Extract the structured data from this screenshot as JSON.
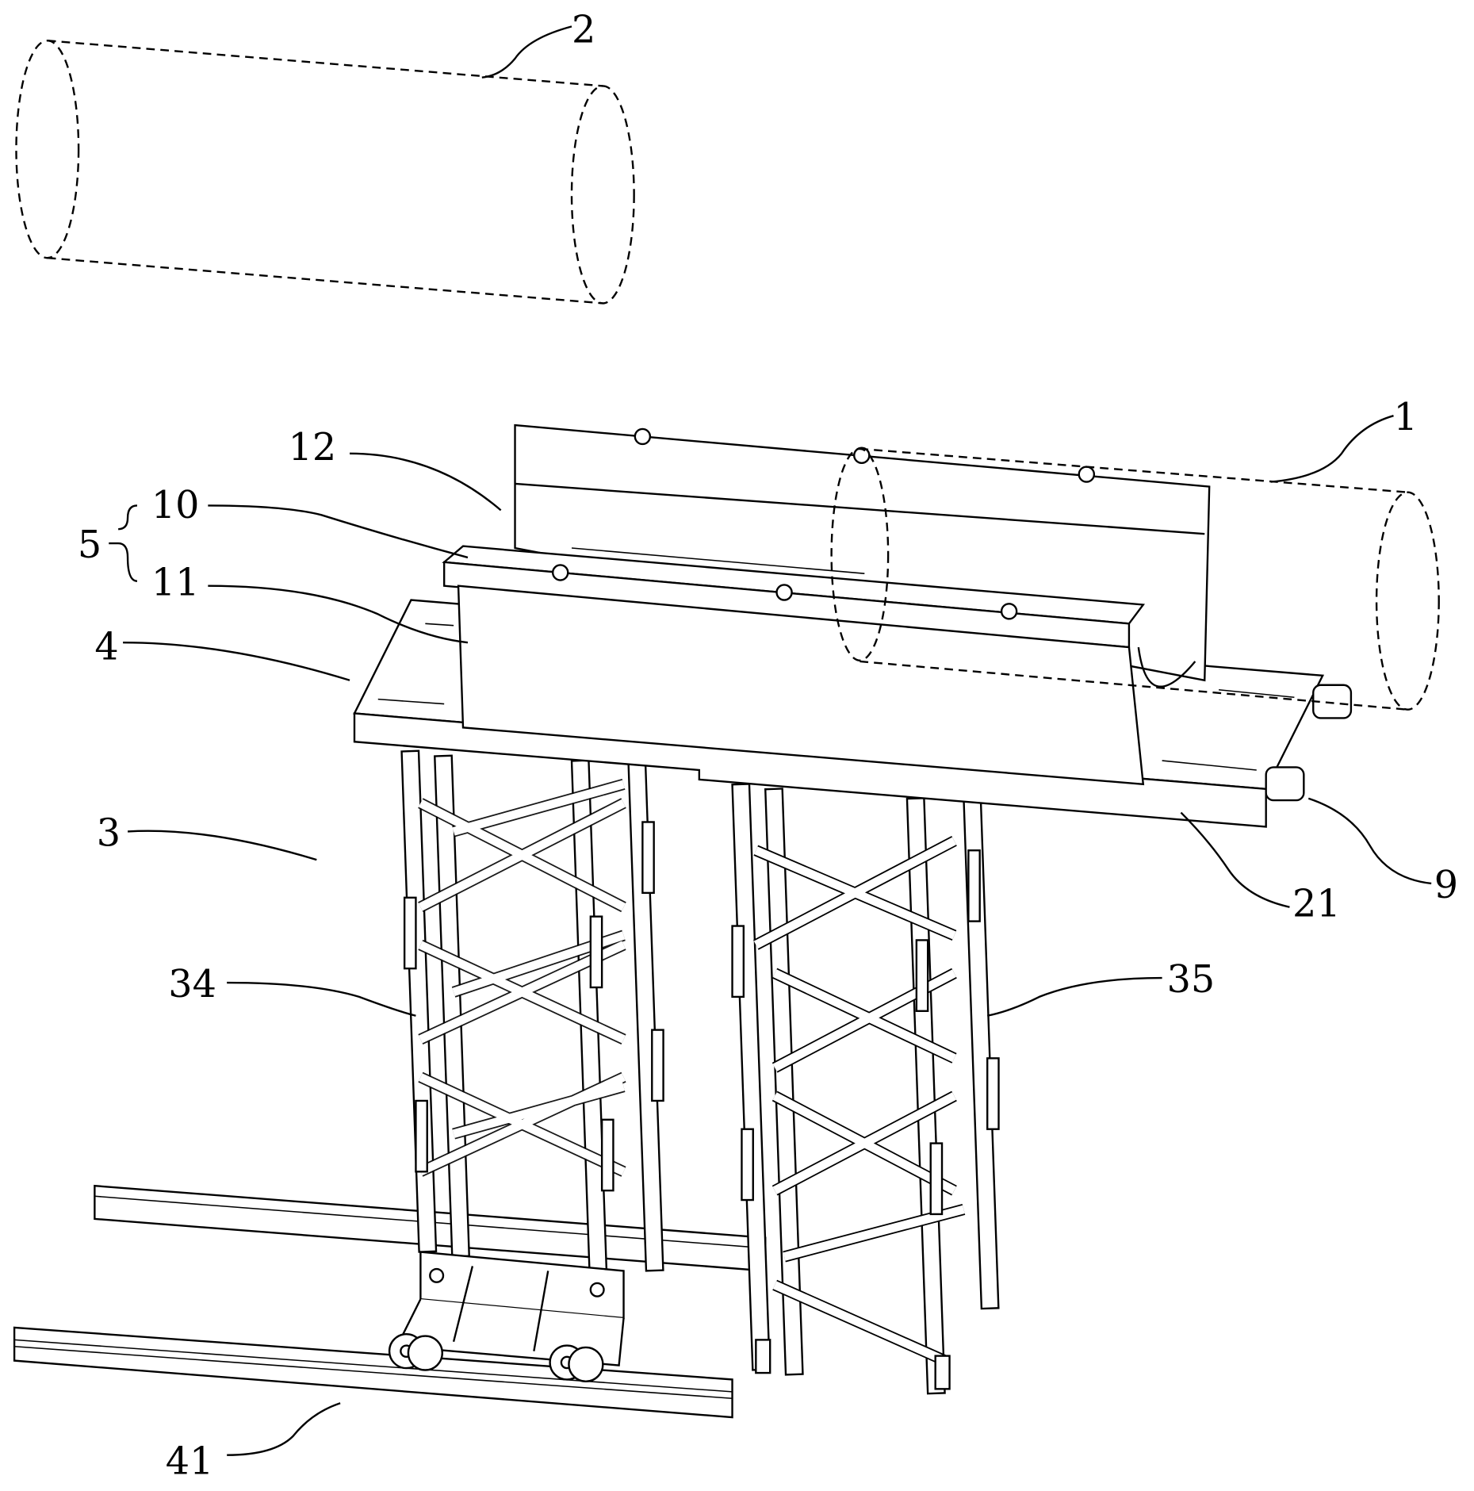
{
  "figure": {
    "labels": {
      "l1": "1",
      "l2": "2",
      "l3": "3",
      "l4": "4",
      "l5": "5",
      "l9": "9",
      "l10": "10",
      "l11": "11",
      "l12": "12",
      "l21": "21",
      "l34": "34",
      "l35": "35",
      "l41": "41"
    }
  }
}
